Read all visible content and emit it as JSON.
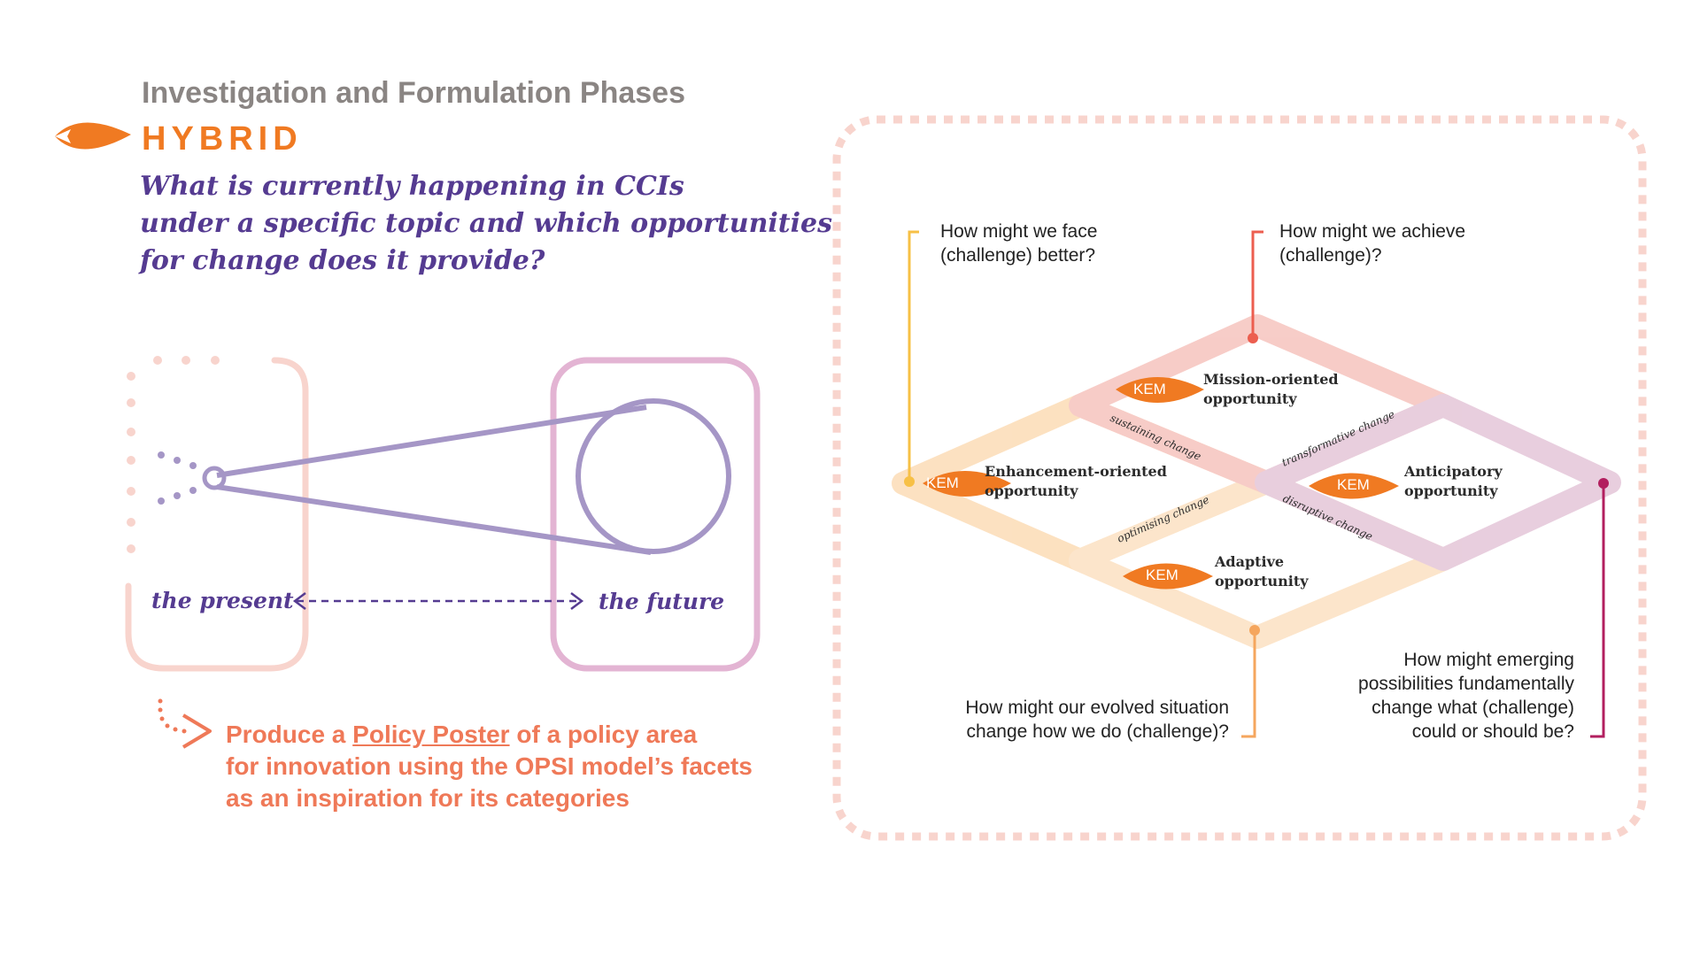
{
  "header": {
    "phase_subtitle": "Investigation and Formulation Phases",
    "hybrid_label": "HYBRID",
    "question_lines": [
      "What is currently happening in CCIs",
      "under a specific  topic and which opportunities",
      "for change does it provide?"
    ]
  },
  "timeline": {
    "present_label": "the present",
    "future_label": "the future"
  },
  "task": {
    "line1_pre": "Produce a ",
    "line1_link": "Policy Poster",
    "line1_post": " of a policy area",
    "line2": "for  innovation using the OPSI model’s facets",
    "line3": "as an inspiration for its categories"
  },
  "diagram": {
    "questions": {
      "face": [
        "How might we face",
        "(challenge) better?"
      ],
      "achieve": [
        "How might we achieve",
        "(challenge)?"
      ],
      "evolved": [
        "How might our evolved situation",
        "change how we do (challenge)?"
      ],
      "emerging": [
        "How might emerging",
        "possibilities  fundamentally",
        "change what (challenge)",
        "could or should be?"
      ]
    },
    "kem_label": "KEM",
    "opportunities": {
      "mission": [
        "Mission-oriented",
        "opportunity"
      ],
      "enhancement": [
        "Enhancement-oriented",
        "opportunity"
      ],
      "anticipatory": [
        "Anticipatory",
        "opportunity"
      ],
      "adaptive": [
        "Adaptive",
        "opportunity"
      ]
    },
    "changes": {
      "sustaining": "sustaining change",
      "transformative": "transformative change",
      "optimising": "optimising change",
      "disruptive": "disruptive change"
    }
  },
  "colors": {
    "orange": "#f07a22",
    "purple": "#553b91",
    "coral": "#ef7958",
    "grey": "#8a8583",
    "salmon_band": "#f6c4be",
    "peach_band": "#fcdcb6",
    "pink_band": "#e4c6d8",
    "yellow_line": "#f7c046",
    "red_line": "#ec5e4f",
    "magenta_line": "#b21f5f"
  }
}
